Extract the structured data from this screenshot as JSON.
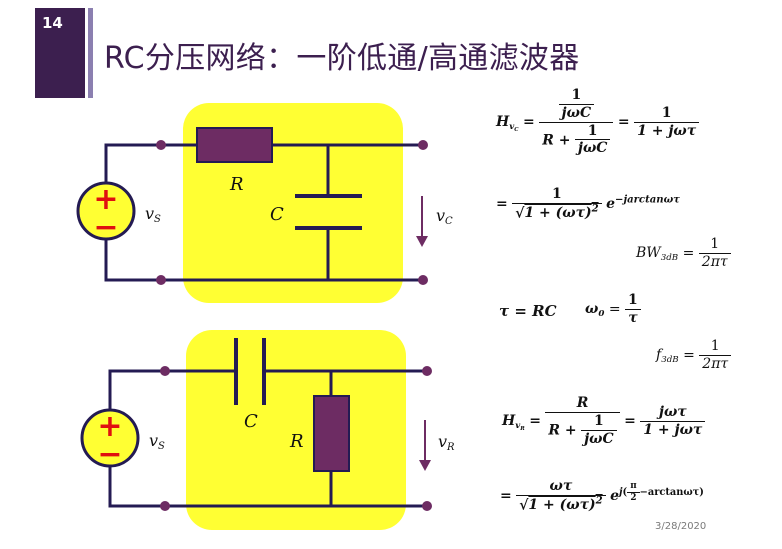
{
  "slide": {
    "number": "14",
    "title": "RC分压网络：一阶低通/高通滤波器",
    "date": "3/28/2020"
  },
  "circuits": {
    "lowpass": {
      "source_plus": "+",
      "source_minus": "−",
      "source_label": "v",
      "source_sub": "S",
      "r_label": "R",
      "c_label": "C",
      "out_label": "v",
      "out_sub": "C"
    },
    "highpass": {
      "source_plus": "+",
      "source_minus": "−",
      "source_label": "v",
      "source_sub": "S",
      "r_label": "R",
      "c_label": "C",
      "out_label": "v",
      "out_sub": "R"
    }
  },
  "formulas": {
    "H": "H",
    "vC": "v",
    "vC_sub": "C",
    "vR_sub": "R",
    "eq": "=",
    "one": "1",
    "jwC": "jωC",
    "R": "R",
    "R_plus": "R +",
    "one_plus_jwt": "1 + jωτ",
    "jwt": "jωτ",
    "sqrt_body": "1 + (ωτ)",
    "sq": "2",
    "e": "e",
    "exp_lp": "−jarctanωτ",
    "bw": "BW",
    "bw_sub": "3dB",
    "two_pi_tau": "2πτ",
    "tau_rc": "τ = RC",
    "omega0": "ω",
    "omega0_sub": "0",
    "tau": "τ",
    "f": "f",
    "f_sub": "3dB",
    "wt": "ωτ",
    "exp_hp_j": "j",
    "pi": "π",
    "two": "2",
    "exp_hp_rest": "−arctanωτ"
  },
  "colors": {
    "title": "#3c1f4f",
    "wire": "#241b53",
    "highlight": "#ffff33",
    "resistor": "#6d2c63",
    "source_fill": "#ffff33",
    "source_signs": "#e01010",
    "arrow": "#6d2c63"
  }
}
